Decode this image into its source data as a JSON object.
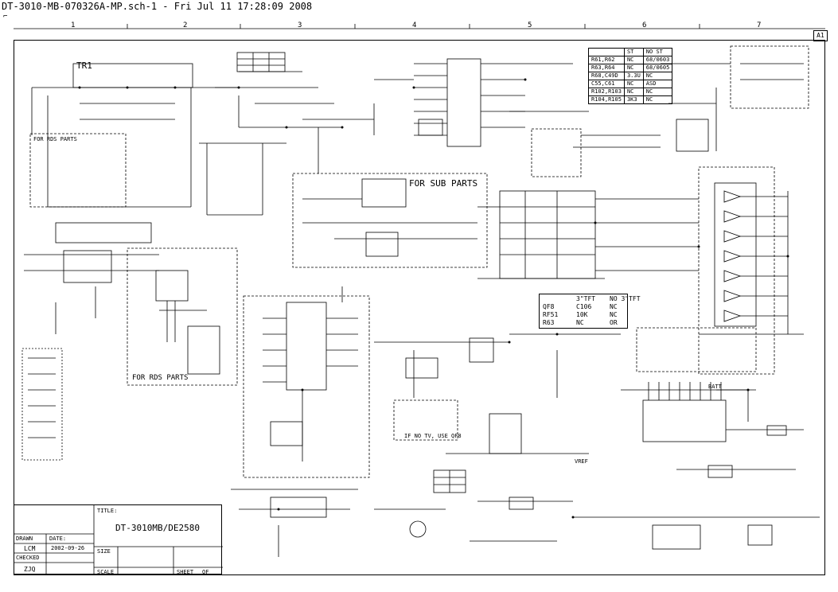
{
  "header": {
    "filename": "DT-3010-MB-070326A-MP.sch-1 - Fri Jul 11 17:28:09 2008"
  },
  "columns": [
    "1",
    "2",
    "3",
    "4",
    "5",
    "6",
    "7"
  ],
  "sheet_id": "A1",
  "labels": {
    "tr1": "TR1",
    "for_rds_parts_1": "FOR RDS PARTS",
    "for_sub_parts": "FOR SUB PARTS",
    "for_rds_parts_2": "FOR RDS PARTS",
    "if_no_tv": "IF NO TV, USE QF8",
    "vref": "VREF",
    "batt": "BATT"
  },
  "table_ports": {
    "rows": [
      [
        "",
        "ST",
        "NO ST"
      ],
      [
        "R61,R62",
        "NC",
        "68/0603"
      ],
      [
        "R63,R64",
        "NC",
        "68/0605"
      ],
      [
        "R68,C49D",
        "3.3U",
        "NC"
      ],
      [
        "C55,C61",
        "NC",
        "ASD"
      ],
      [
        "R102,R103",
        "NC",
        "NC"
      ],
      [
        "R104,R105",
        "3K3",
        "NC"
      ]
    ]
  },
  "table_tv": {
    "rows": [
      [
        "",
        "3\"TFT",
        "NO 3\"TFT"
      ],
      [
        "QF8",
        "C106",
        "NC"
      ],
      [
        "RF51",
        "10K",
        "NC"
      ],
      [
        "R63",
        "NC",
        "OR"
      ]
    ]
  },
  "title_block": {
    "title_label": "TITLE:",
    "model": "DT-3010MB/DE2580",
    "drawn_by_label": "DRAWN",
    "drawn_by": "LCM",
    "checked_label": "CHECKED",
    "checked_by": "ZJQ",
    "date_label": "DATE:",
    "date": "2002-09-26",
    "size_label": "SIZE",
    "scale_label": "SCALE",
    "sheet_label": "SHEET",
    "sheet_value": "OF"
  }
}
